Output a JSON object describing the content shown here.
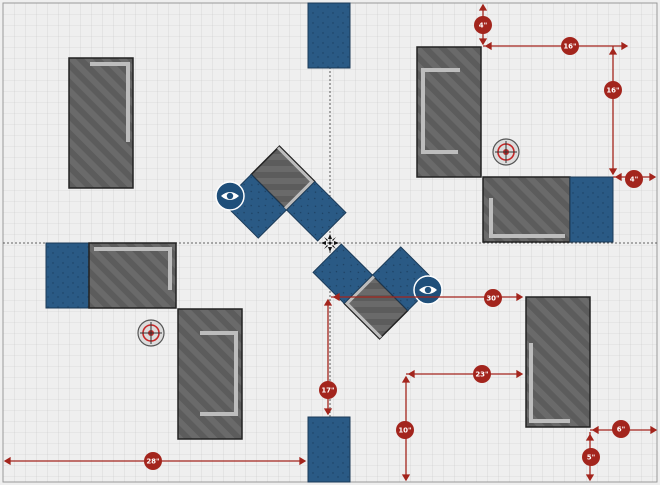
{
  "board": {
    "surface_color": "#efefef",
    "grid_color": "#c9c9c9",
    "obstacle_color": "#6a6a6a",
    "zone_color": "#2a5a85",
    "dimension_color": "#a3251d",
    "icon_dark": "#1f4f7a",
    "objective_red": "#c62828"
  },
  "icons": {
    "eye": "eye-icon",
    "objective": "crosshair-target-icon",
    "center": "center-crosshair-icon"
  },
  "measurements": [
    {
      "id": "m-4-top",
      "label": "4\""
    },
    {
      "id": "m-16-top",
      "label": "16\""
    },
    {
      "id": "m-16-right",
      "label": "16\""
    },
    {
      "id": "m-4-right",
      "label": "4\""
    },
    {
      "id": "m-30",
      "label": "30\""
    },
    {
      "id": "m-23",
      "label": "23\""
    },
    {
      "id": "m-17",
      "label": "17\""
    },
    {
      "id": "m-10",
      "label": "10\""
    },
    {
      "id": "m-28",
      "label": "28\""
    },
    {
      "id": "m-6",
      "label": "6\""
    },
    {
      "id": "m-5",
      "label": "5\""
    }
  ]
}
